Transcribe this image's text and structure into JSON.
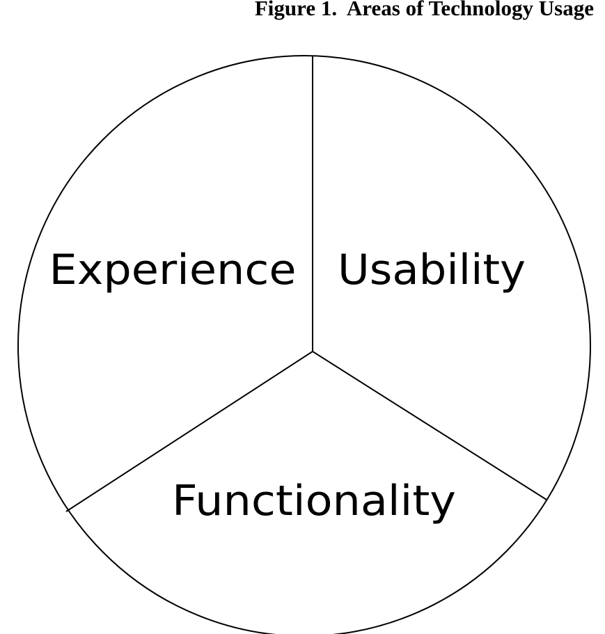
{
  "title": "Figure 1.  Areas of Technology Usage",
  "sectors": [
    {
      "label": "Experience"
    },
    {
      "label": "Usability"
    },
    {
      "label": "Functionality"
    }
  ]
}
